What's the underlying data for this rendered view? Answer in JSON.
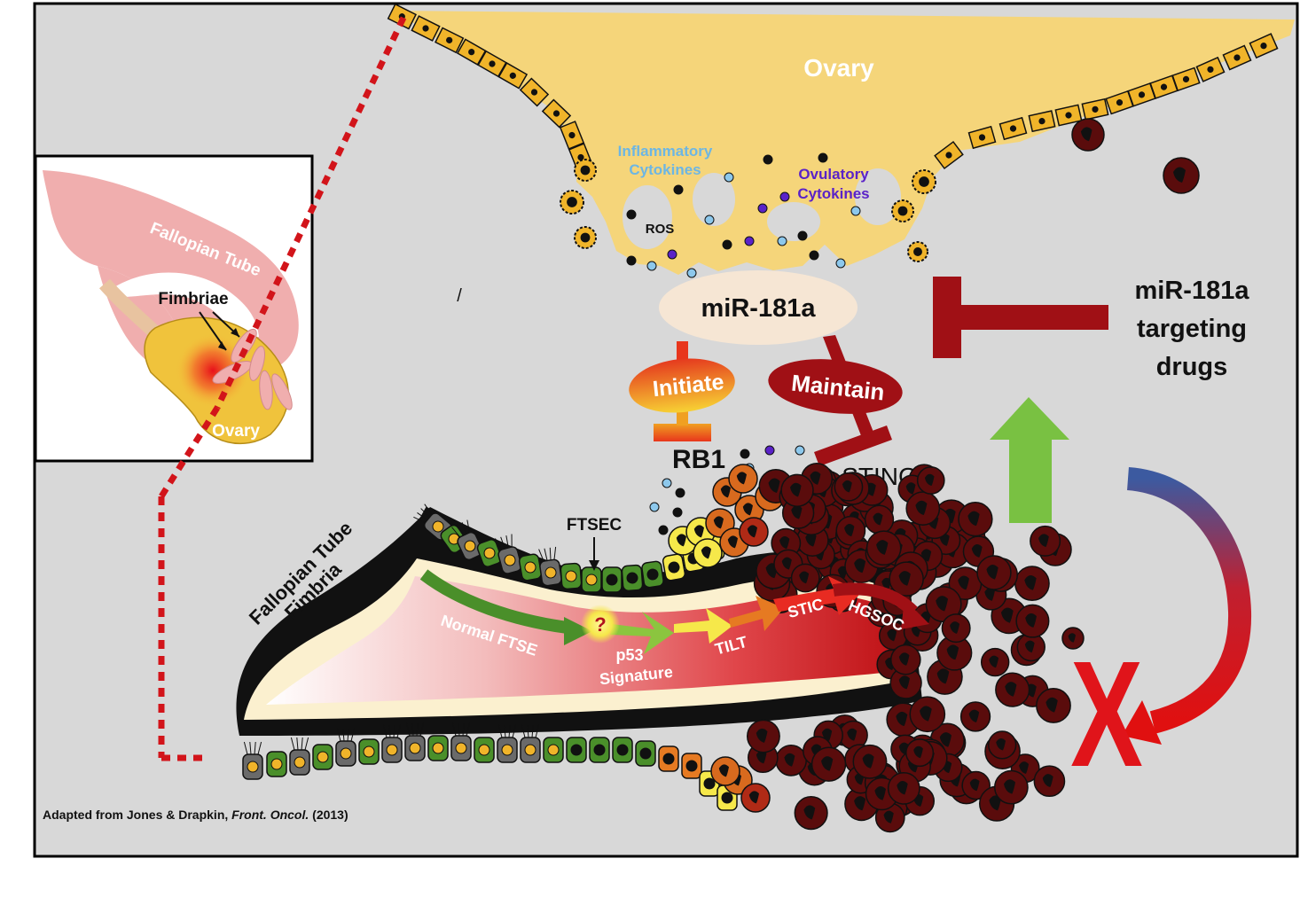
{
  "ovary": {
    "title": "Ovary",
    "inflammatory_cytokines_line1": "Inflammatory",
    "inflammatory_cytokines_line2": "Cytokines",
    "ovulatory_cytokines_line1": "Ovulatory",
    "ovulatory_cytokines_line2": "Cytokines",
    "ros": "ROS",
    "stray_mark": "/"
  },
  "inset": {
    "fallopian_tube": "Fallopian Tube",
    "fimbriae": "Fimbriae",
    "ovary": "Ovary"
  },
  "mirna": {
    "label": "miR-181a",
    "initiate": "Initiate",
    "maintain": "Maintain",
    "rb1": "RB1",
    "sting": "STING"
  },
  "drugs": {
    "line1": "miR-181a",
    "line2": "targeting",
    "line3": "drugs"
  },
  "tube": {
    "label_line1": "Fallopian Tube",
    "label_line2": "Fimbria",
    "ftsec": "FTSEC",
    "question": "?"
  },
  "progression": {
    "normal": "Normal FTSE",
    "p53_line1": "p53",
    "p53_line2": "Signature",
    "tilt": "TILT",
    "stic": "STIC",
    "hgsoc": "HGSOC"
  },
  "blocked_mark": "X",
  "citation": {
    "prefix": "Adapted from Jones & Drapkin, ",
    "journal": "Front. Oncol.",
    "year": " (2013)"
  },
  "colors": {
    "background": "#d8d8d8",
    "ovary": "#f5d57a",
    "inhibitor": "#a01015",
    "tumor": "#5a0c0c",
    "up_arrow": "#79c142",
    "cytokine_light": "#8dc8ec",
    "cytokine_purple": "#5a22c8"
  }
}
